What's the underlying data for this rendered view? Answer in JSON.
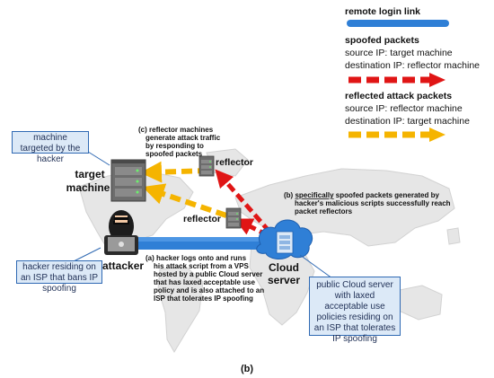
{
  "legend": {
    "remote_login": "remote login link",
    "spoofed_title": "spoofed packets",
    "spoofed_src": "source IP:  target machine",
    "spoofed_dst": "destination IP:  reflector machine",
    "reflected_title": "reflected attack packets",
    "reflected_src": "source IP:  reflector machine",
    "reflected_dst": "destination IP:  target machine",
    "colors": {
      "remote": "#2f7fd6",
      "spoofed": "#e01515",
      "reflected": "#f5b400"
    }
  },
  "callouts": {
    "target_callout": "machine targeted by the hacker",
    "hacker_callout": "hacker residing on an ISP that bans IP spoofing",
    "cloud_callout": "public Cloud server with laxed acceptable use policies residing on an ISP that tolerates IP spoofing"
  },
  "labels": {
    "target_machine_1": "target",
    "target_machine_2": "machine",
    "reflector_top": "reflector",
    "reflector_mid": "reflector",
    "attacker": "attacker",
    "cloud_1": "Cloud",
    "cloud_2": "server",
    "figure_label": "(b)"
  },
  "notes": {
    "c": [
      "(c) reflector machines",
      "generate attack traffic",
      "by responding to",
      "spoofed packets"
    ],
    "b_underlined": "specifically",
    "b_rest": " spoofed packets generated by",
    "b_lines": [
      "hacker's malicious scripts successfully reach",
      "packet reflectors"
    ],
    "a": [
      "(a) hacker logs onto and runs",
      "his attack script from a VPS",
      "hosted by a public Cloud server",
      "that has laxed acceptable use",
      "policy and is also attached to an",
      "ISP that tolerates IP spoofing"
    ]
  }
}
